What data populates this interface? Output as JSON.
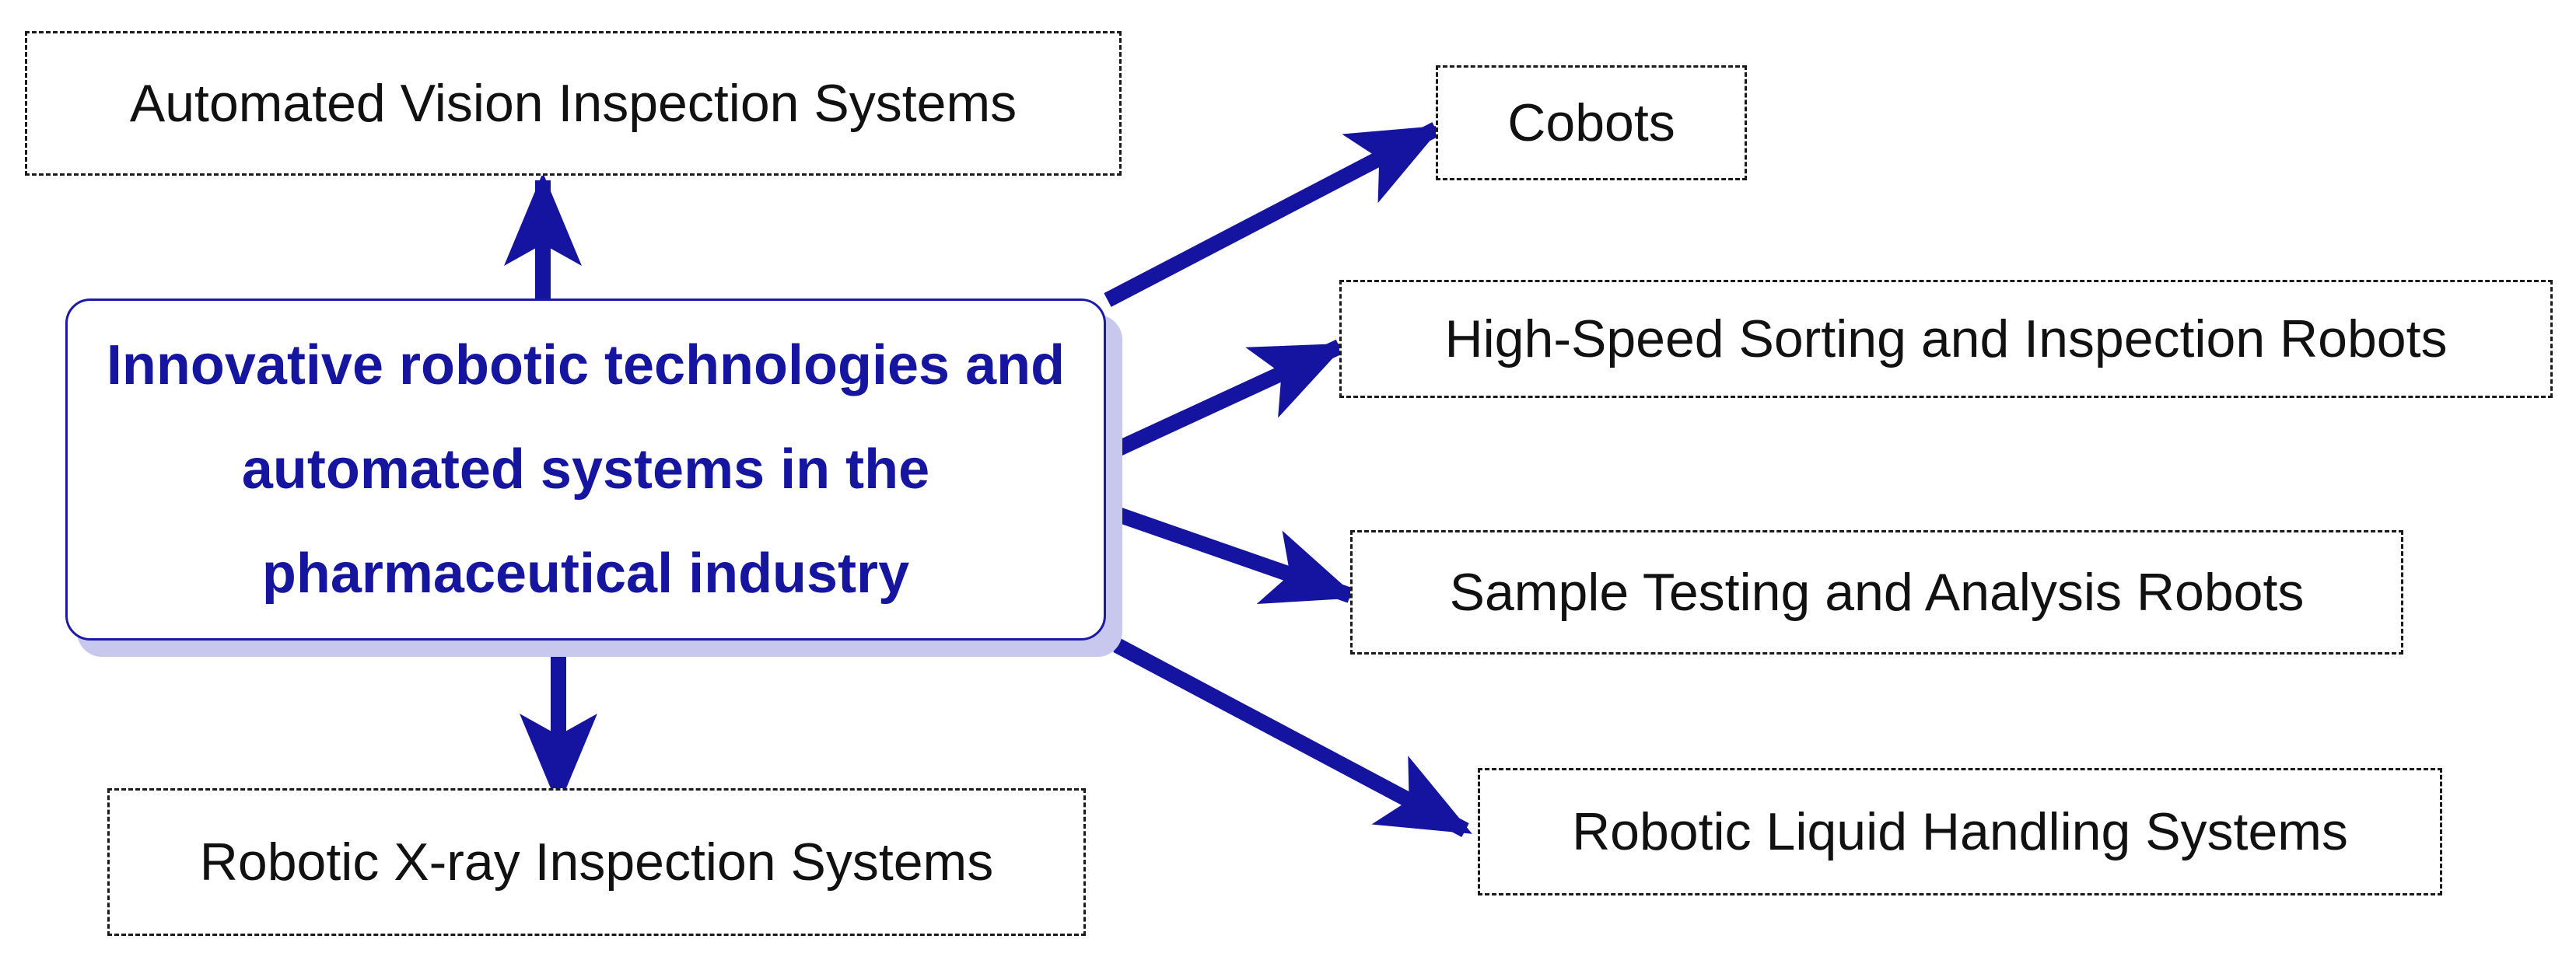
{
  "diagram": {
    "colors": {
      "accent": "#1515a0",
      "connector": "#1414a0",
      "node_border": "#1a1a1a",
      "shadow": "#c8c8ee"
    },
    "center": {
      "title": "Innovative robotic technologies and automated systems in the pharmaceutical industry"
    },
    "nodes": [
      {
        "id": "avis",
        "label": "Automated Vision Inspection Systems"
      },
      {
        "id": "cob",
        "label": "Cobots"
      },
      {
        "id": "hss",
        "label": "High-Speed Sorting and Inspection Robots"
      },
      {
        "id": "sta",
        "label": "Sample Testing and Analysis Robots"
      },
      {
        "id": "rlh",
        "label": "Robotic Liquid Handling Systems"
      },
      {
        "id": "rxi",
        "label": "Robotic X-ray Inspection Systems"
      }
    ]
  }
}
